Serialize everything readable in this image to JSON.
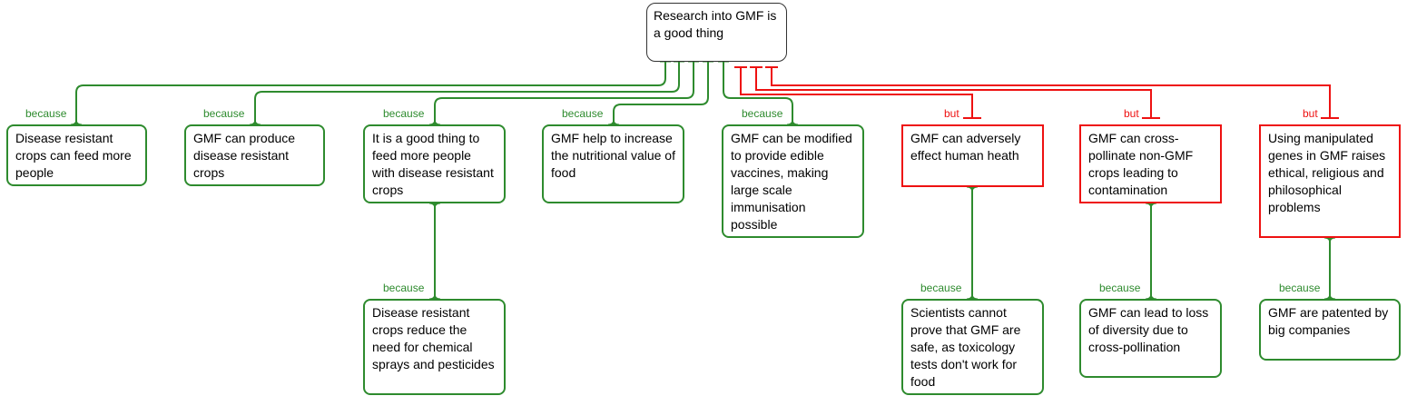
{
  "diagram": {
    "type": "argument-map",
    "colors": {
      "support": "#2e8b2e",
      "objection": "#ee1111",
      "root_border": "#333333"
    },
    "root": {
      "id": "root",
      "text": "Research into GMF is a good thing"
    },
    "nodes": [
      {
        "id": "n1",
        "kind": "reason",
        "parent": "root",
        "link": "because",
        "text": "Disease resistant crops can feed more people"
      },
      {
        "id": "n2",
        "kind": "reason",
        "parent": "root",
        "link": "because",
        "text": "GMF can produce disease resistant crops"
      },
      {
        "id": "n3",
        "kind": "reason",
        "parent": "root",
        "link": "because",
        "text": "It is a good thing to feed more people with disease resistant crops"
      },
      {
        "id": "n4",
        "kind": "reason",
        "parent": "root",
        "link": "because",
        "text": "GMF help to increase the nutritional value of food"
      },
      {
        "id": "n5",
        "kind": "reason",
        "parent": "root",
        "link": "because",
        "text": "GMF can be modified to provide edible vaccines, making large scale immunisation possible"
      },
      {
        "id": "n6",
        "kind": "objection",
        "parent": "root",
        "link": "but",
        "text": "GMF can adversely effect human heath"
      },
      {
        "id": "n7",
        "kind": "objection",
        "parent": "root",
        "link": "but",
        "text": "GMF can cross-pollinate non-GMF crops leading to contamination"
      },
      {
        "id": "n8",
        "kind": "objection",
        "parent": "root",
        "link": "but",
        "text": "Using manipulated genes in GMF raises ethical, religious and philosophical problems"
      },
      {
        "id": "n9",
        "kind": "reason",
        "parent": "n3",
        "link": "because",
        "text": "Disease resistant crops reduce the need for chemical sprays and pesticides"
      },
      {
        "id": "n10",
        "kind": "reason",
        "parent": "n6",
        "link": "because",
        "text": "Scientists cannot prove that GMF are safe, as toxicology tests don't work for food"
      },
      {
        "id": "n11",
        "kind": "reason",
        "parent": "n7",
        "link": "because",
        "text": "GMF can lead to loss of diversity due to cross-pollination"
      },
      {
        "id": "n12",
        "kind": "reason",
        "parent": "n8",
        "link": "because",
        "text": "GMF are patented by big companies"
      }
    ],
    "link_labels": {
      "because": "because",
      "but": "but"
    }
  }
}
